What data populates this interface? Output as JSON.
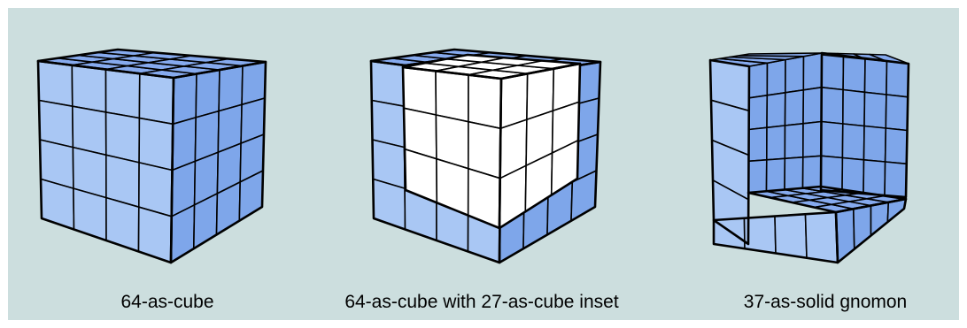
{
  "colors": {
    "background": "#ccdede",
    "cube_front": "#a9c7f4",
    "cube_side": "#7ea6ea",
    "cube_top": "#86aaee",
    "inset_white": "#ffffff",
    "grid_line": "#000000"
  },
  "figures": [
    {
      "caption": "64-as-cube"
    },
    {
      "caption": "64-as-cube with 27-as-cube inset"
    },
    {
      "caption": "37-as-solid gnomon"
    }
  ]
}
